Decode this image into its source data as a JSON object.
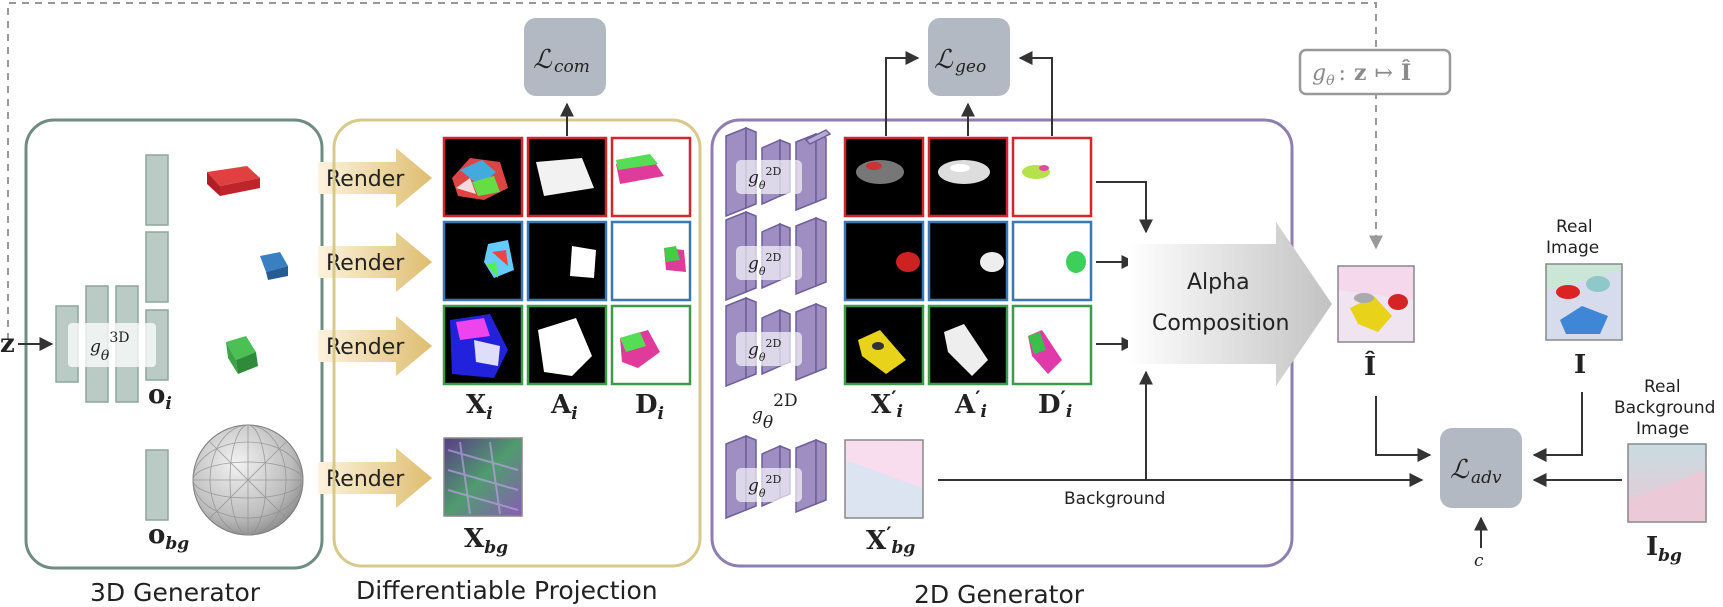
{
  "sections": {
    "generator3d": "3D Generator",
    "projection": "Differentiable Projection",
    "generator2d": "2D Generator"
  },
  "render_label": "Render",
  "alpha_line1": "Alpha",
  "alpha_line2": "Composition",
  "background_label": "Background",
  "real_image": {
    "line1": "Real",
    "line2": "Image"
  },
  "real_background": {
    "line1": "Real",
    "line2": "Background",
    "line3": "Image"
  },
  "losses": {
    "com": "com",
    "geo": "geo",
    "adv": "adv"
  },
  "mapping": {
    "g": "g",
    "theta": "θ",
    "z": "z",
    "arrow": "↦",
    "I": "Î"
  },
  "symbols": {
    "z": "z",
    "g": "g",
    "theta": "θ",
    "sup3d": "3D",
    "sup2d": "2D",
    "o": "o",
    "sub_i": "i",
    "sub_bg": "bg",
    "X": "X",
    "A": "A",
    "D": "D",
    "prime": "′",
    "Ihat": "Î",
    "I": "I",
    "c": "c"
  },
  "colors": {
    "green_frame": "#6e8c80",
    "yellow_frame": "#d8c98a",
    "purple_frame": "#8f7fb0",
    "render_arrow": "#e0bf73",
    "feature_block": "#b9cbc4",
    "loss_box": "#b2b9c2",
    "purple_block": "#9e8ec2",
    "red": "#d0262c",
    "blue": "#3a78b5",
    "green": "#3b9b48"
  }
}
